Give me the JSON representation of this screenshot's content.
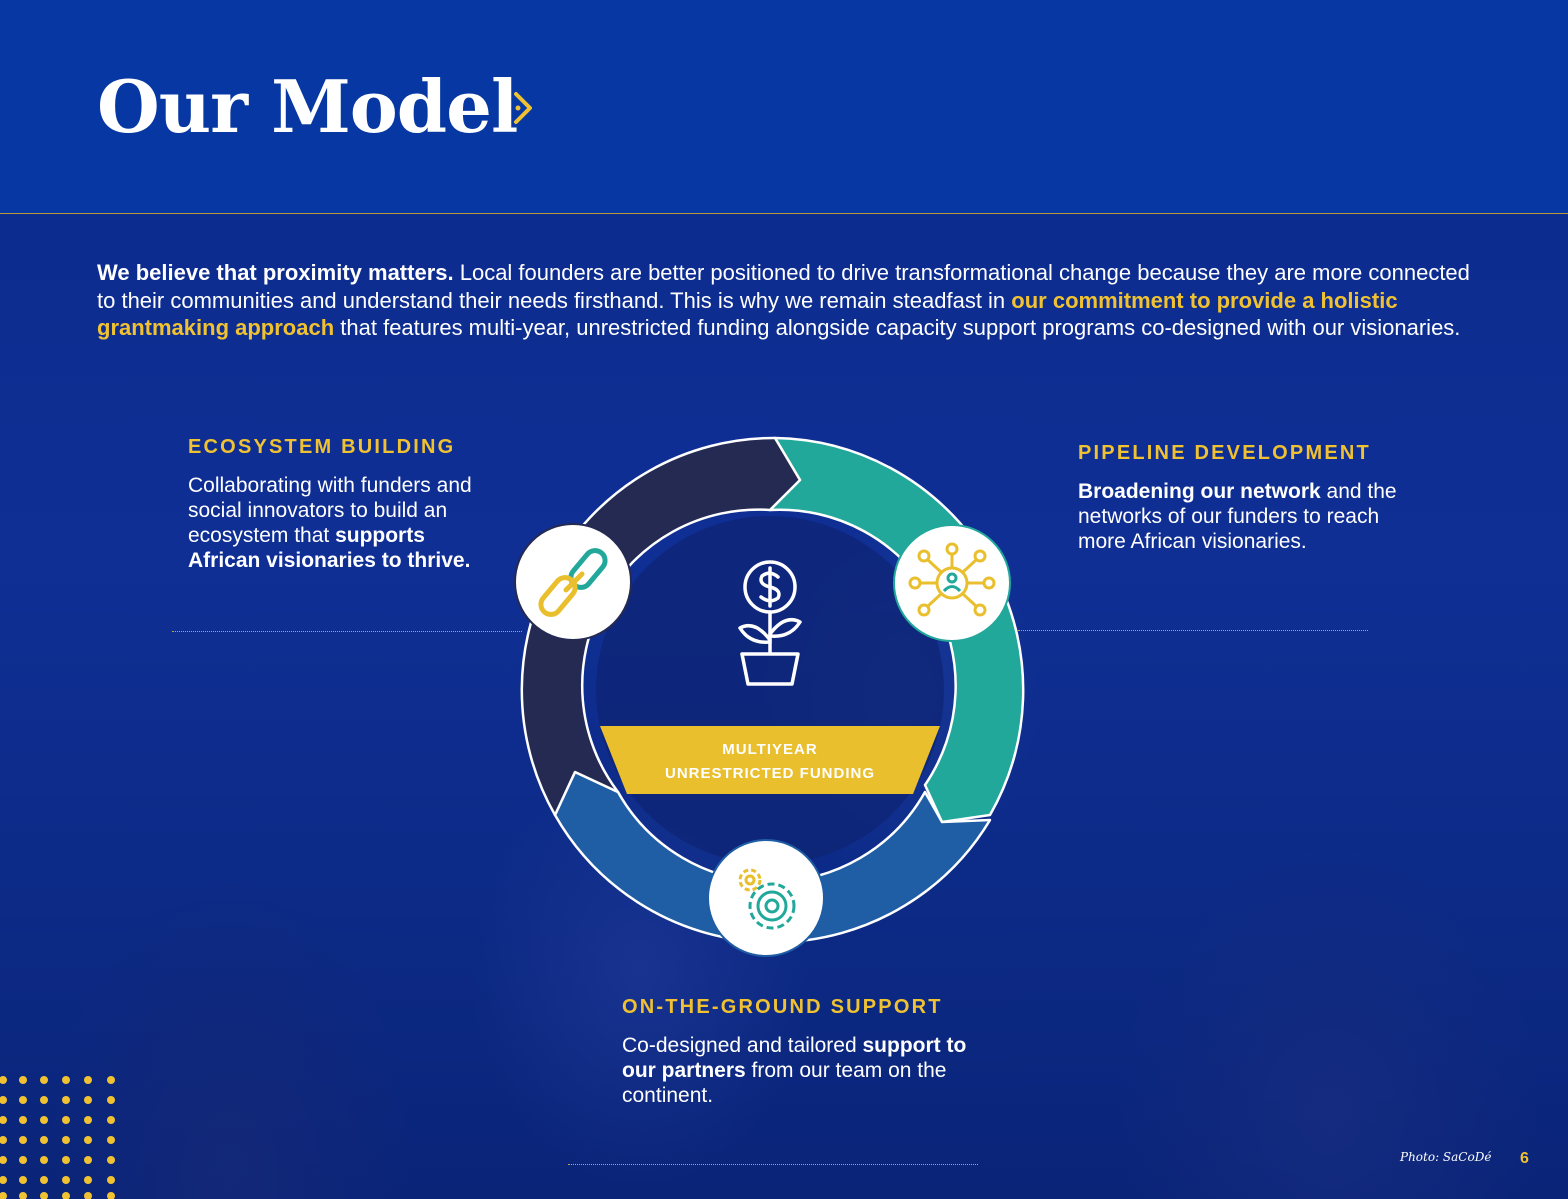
{
  "header": {
    "title": "Our Model"
  },
  "intro": {
    "lead": "We believe that proximity matters.",
    "text1": " Local founders are better positioned to drive transformational change because they are more connected to their communities and understand their needs firsthand. This is why we remain steadfast in ",
    "highlight": "our commitment to provide a holistic grantmaking approach",
    "text2": " that features multi-year, unrestricted funding alongside capacity support programs co-designed with our visionaries."
  },
  "ecosystem": {
    "heading": "ECOSYSTEM BUILDING",
    "text1": "Collaborating with funders and social innovators to build an ecosystem that ",
    "bold": "supports African visionaries to thrive."
  },
  "pipeline": {
    "heading": "PIPELINE DEVELOPMENT",
    "bold": "Broadening our network",
    "text1": " and the networks of our funders to reach more African visionaries."
  },
  "ground": {
    "heading": "ON-THE-GROUND SUPPORT",
    "text1": "Co-designed and tailored ",
    "bold": "support to our partners",
    "text2": " from our team on the continent."
  },
  "center": {
    "line1": "MULTIYEAR",
    "line2": "UNRESTRICTED FUNDING"
  },
  "colors": {
    "header_bg": "#0637a3",
    "accent_yellow": "#f0c232",
    "teal": "#22a89b",
    "navy_segment": "#242a52",
    "blue_segment": "#1f5da5"
  },
  "icons": [
    "chain-link-icon",
    "network-person-icon",
    "money-plant-icon",
    "gears-icon",
    "chevron-right-icon"
  ],
  "footer": {
    "credit": "Photo: SaCoDé",
    "page_number": "6"
  }
}
